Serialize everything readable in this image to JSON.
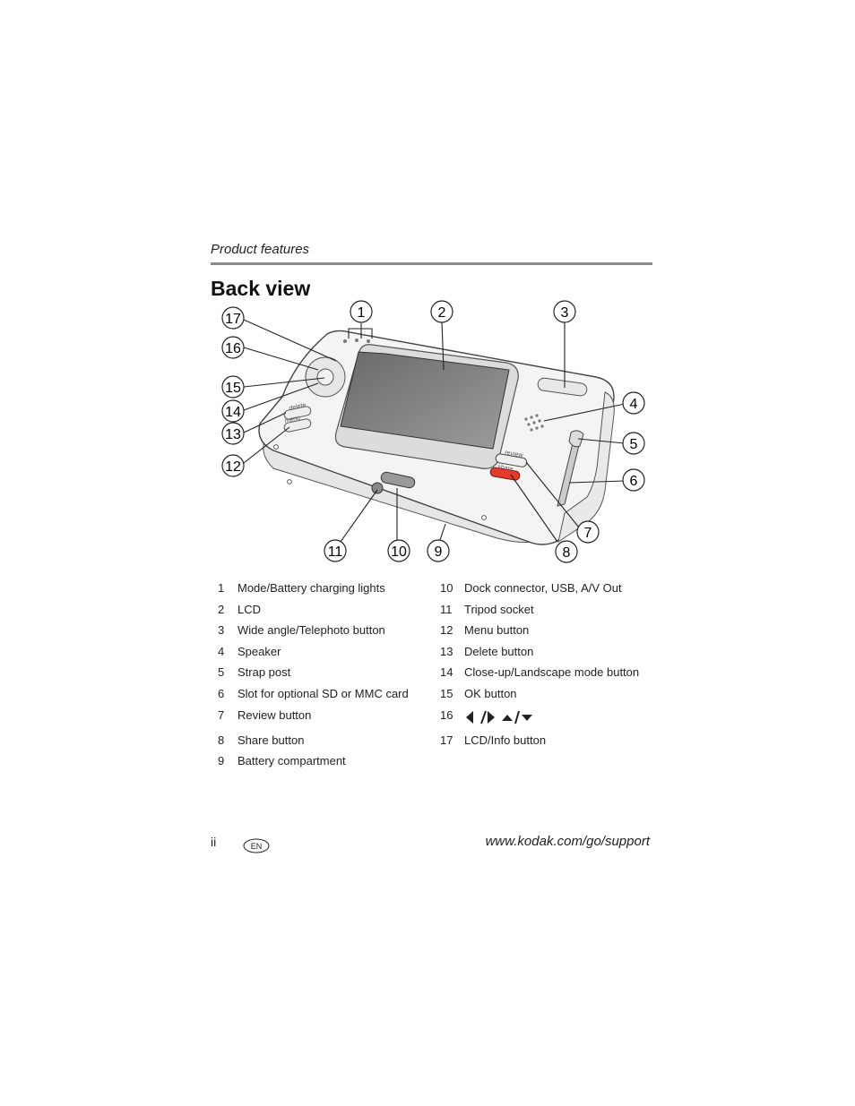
{
  "header": {
    "section": "Product features"
  },
  "page": {
    "title": "Back view"
  },
  "figure": {
    "callouts": [
      "1",
      "2",
      "3",
      "4",
      "5",
      "6",
      "7",
      "8",
      "9",
      "10",
      "11",
      "12",
      "13",
      "14",
      "15",
      "16",
      "17"
    ],
    "button_labels": {
      "review": "review",
      "share": "share",
      "delete": "delete",
      "menu": "menu"
    }
  },
  "legend": {
    "left": [
      {
        "num": "1",
        "label": "Mode/Battery charging lights"
      },
      {
        "num": "2",
        "label": "LCD"
      },
      {
        "num": "3",
        "label": "Wide angle/Telephoto button"
      },
      {
        "num": "4",
        "label": "Speaker"
      },
      {
        "num": "5",
        "label": "Strap post"
      },
      {
        "num": "6",
        "label": "Slot for optional SD or MMC card"
      },
      {
        "num": "7",
        "label": "Review button"
      },
      {
        "num": "8",
        "label": "Share button"
      },
      {
        "num": "9",
        "label": "Battery compartment"
      }
    ],
    "right": [
      {
        "num": "10",
        "label": "Dock connector, USB, A/V Out"
      },
      {
        "num": "11",
        "label": "Tripod socket"
      },
      {
        "num": "12",
        "label": "Menu button"
      },
      {
        "num": "13",
        "label": "Delete button"
      },
      {
        "num": "14",
        "label": "Close-up/Landscape mode button"
      },
      {
        "num": "15",
        "label": "OK button"
      },
      {
        "num": "16",
        "label": "",
        "icons": "arrow-keys-icon"
      },
      {
        "num": "17",
        "label": "LCD/Info button"
      }
    ]
  },
  "footer": {
    "page_number": "ii",
    "language_badge": "EN",
    "url": "www.kodak.com/go/support"
  }
}
